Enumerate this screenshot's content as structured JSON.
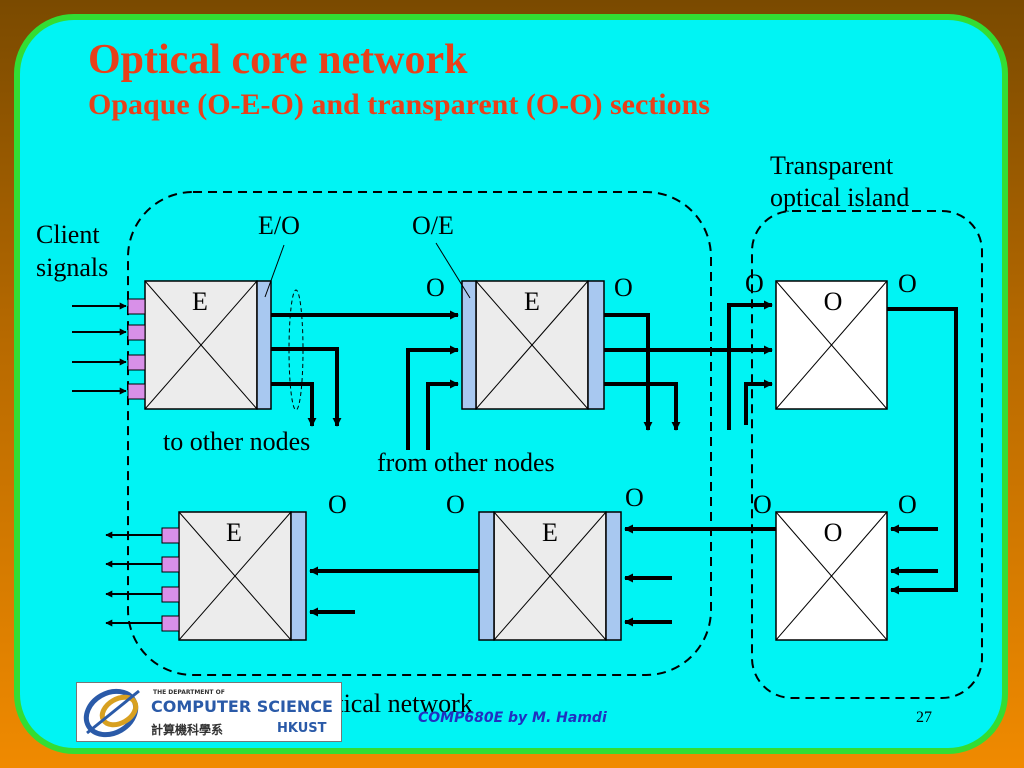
{
  "slide": {
    "title": "Optical core network",
    "subtitle": "Opaque (O-E-O) and transparent (O-O) sections"
  },
  "diagram": {
    "labels": {
      "client_signals": [
        "Client",
        "signals"
      ],
      "eo": "E/O",
      "oe": "O/E",
      "transparent_island": [
        "Transparent",
        "optical island"
      ],
      "to_other_nodes": "to other nodes",
      "from_other_nodes": "from other nodes",
      "opaque_network": "Opaque optical network"
    },
    "switches": {
      "top_left": "E",
      "top_middle": "E",
      "top_right": "O",
      "bottom_left": "E",
      "bottom_middle": "E",
      "bottom_right": "O"
    },
    "port_labels": {
      "o": "O"
    }
  },
  "footer": {
    "course": "COMP680E by M. Hamdi",
    "page": "27"
  },
  "logo": {
    "dept_small": "THE DEPARTMENT OF",
    "dept_main": "COMPUTER SCIENCE",
    "chinese": "計算機科學系",
    "institution": "HKUST"
  },
  "colors": {
    "background": "#00f4f4",
    "border": "#33dd33",
    "title": "#e8401a",
    "footer": "#2030c0",
    "port_blue": "#a8c8f0",
    "client_port": "#d890e8"
  }
}
